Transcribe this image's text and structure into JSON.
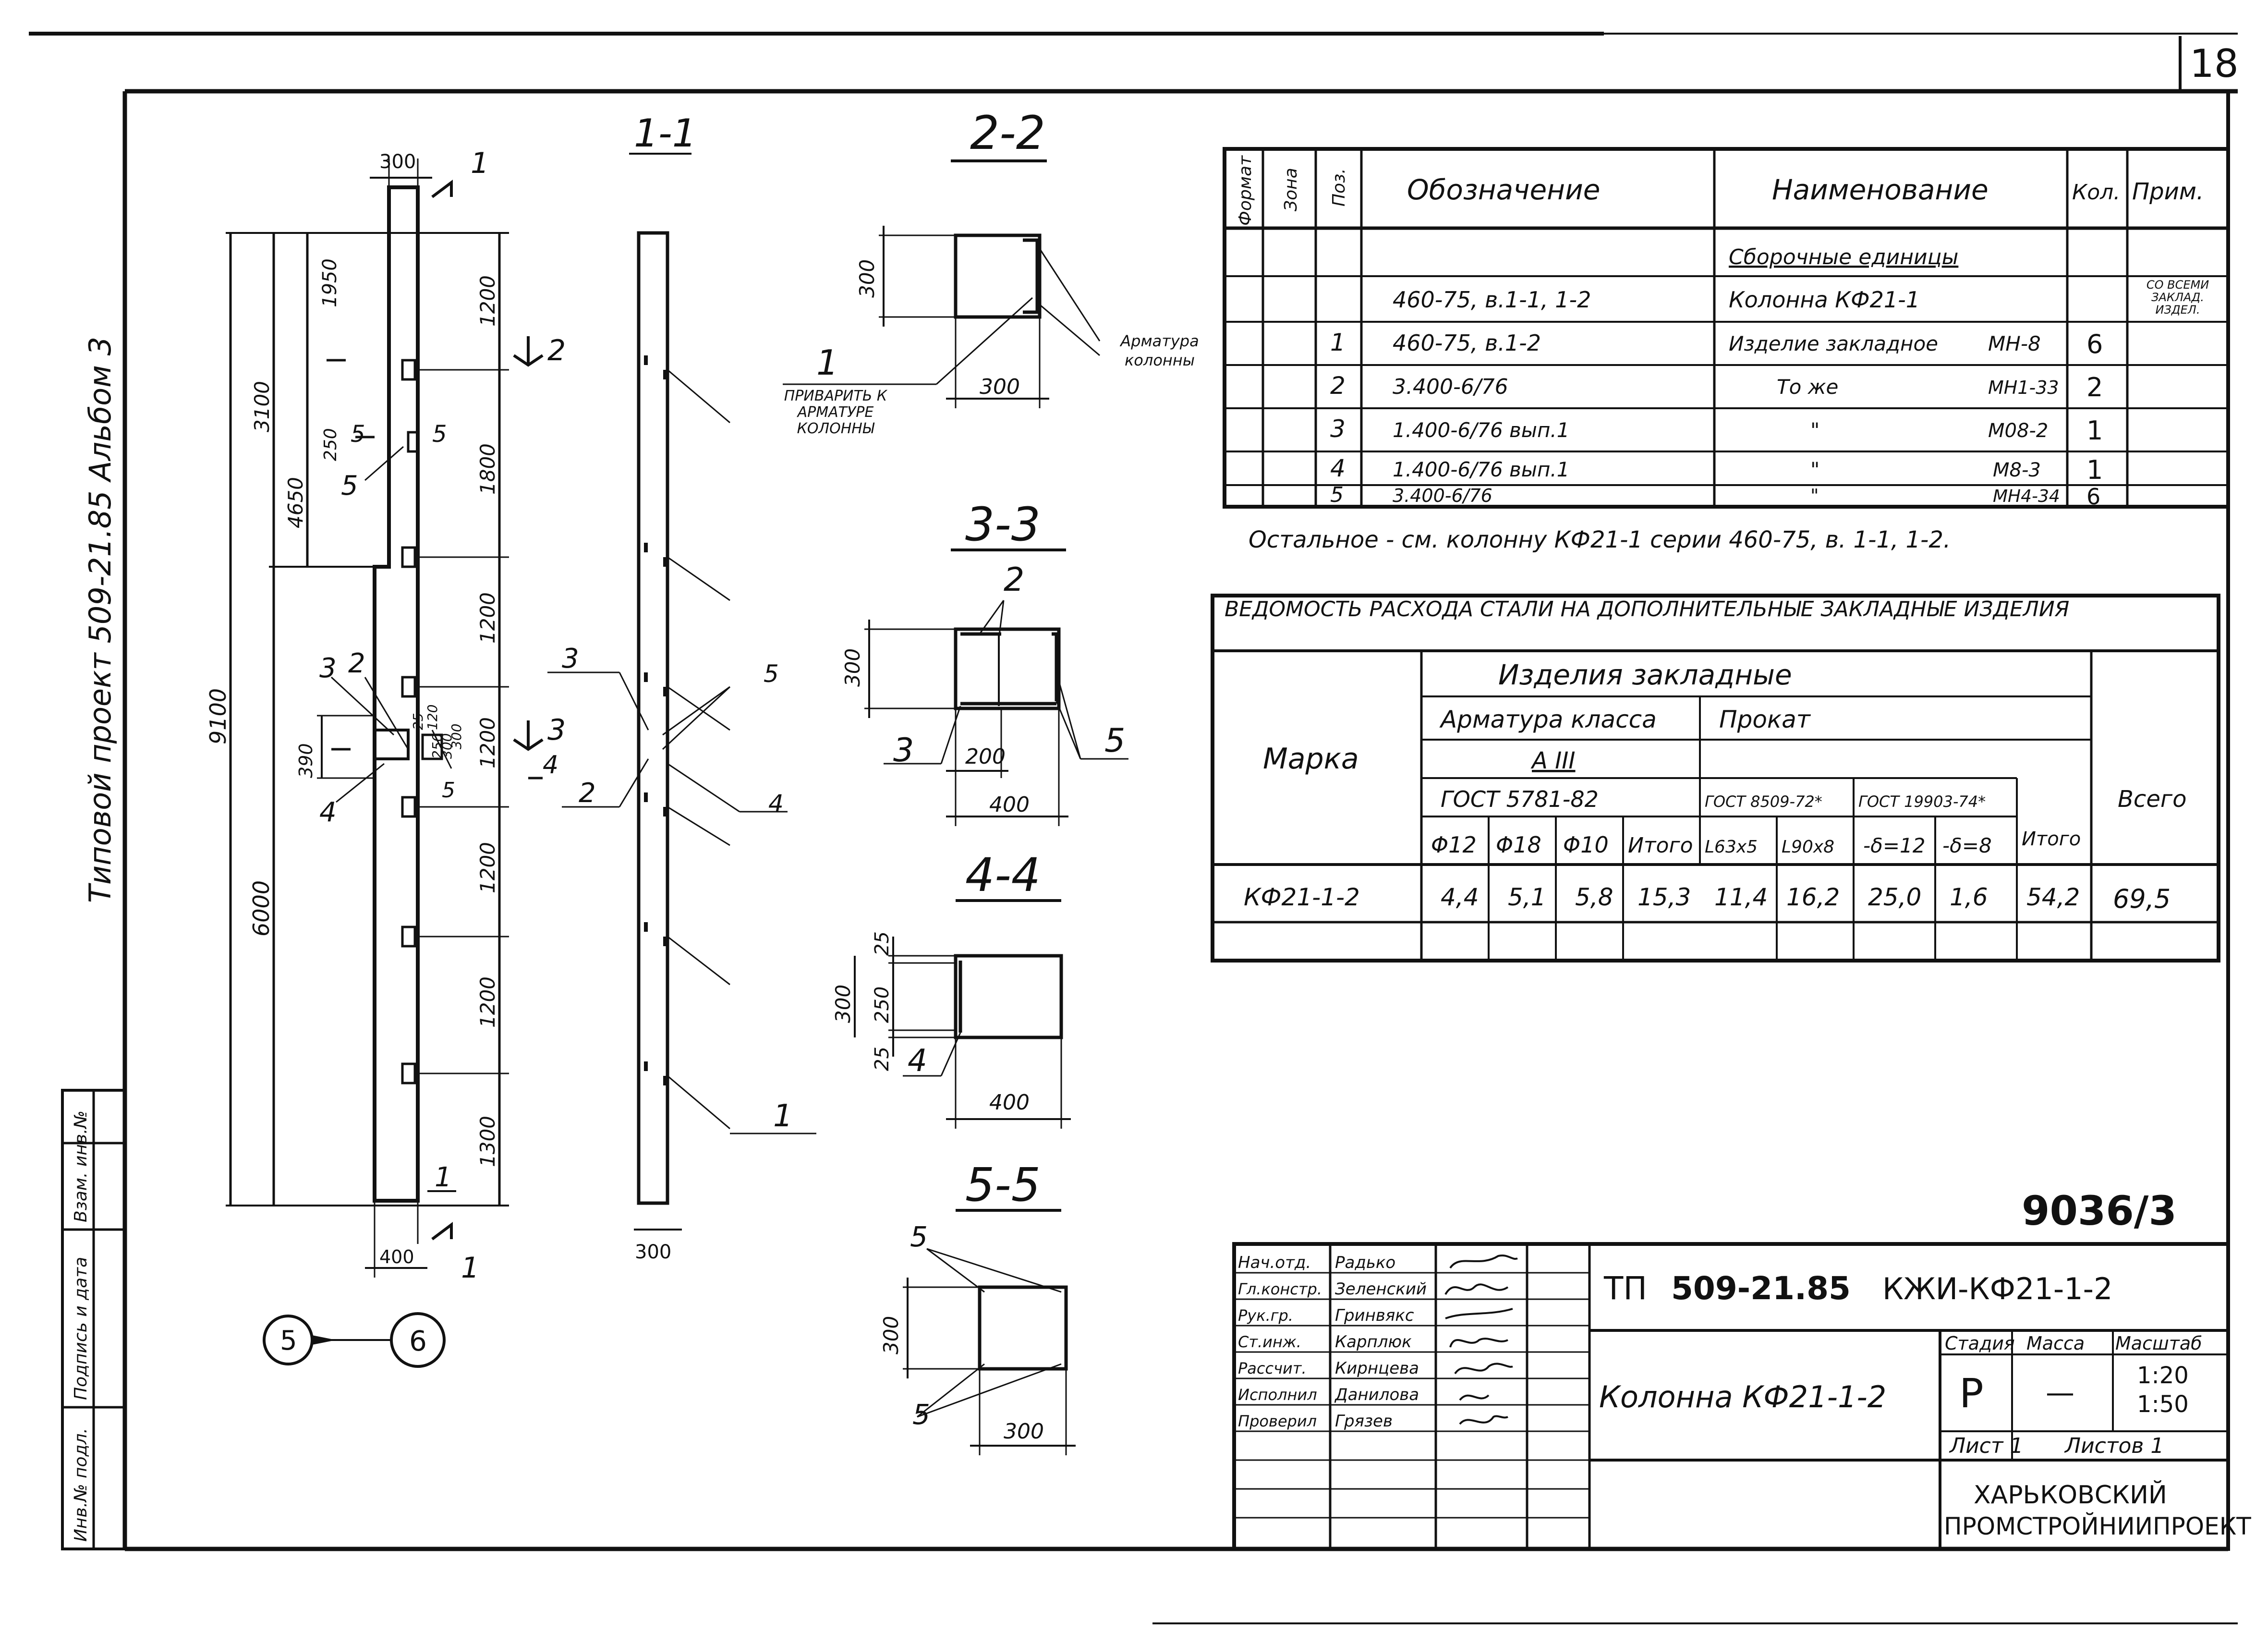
{
  "sheet_number": "18",
  "side_label": "Типовой проект 509-21.85 Альбом 3",
  "doc_code": "9036/3",
  "elevation": {
    "dims": [
      "300",
      "1950",
      "250",
      "3100",
      "4650",
      "9100",
      "6000",
      "390",
      "400",
      "1200",
      "1800",
      "1200",
      "1200",
      "1200",
      "1200",
      "1300"
    ],
    "small_dims": [
      "25",
      "120",
      "300",
      "250",
      "300"
    ],
    "cut_marks": [
      "1",
      "1",
      "2",
      "3",
      "4",
      "5",
      "5"
    ],
    "callouts": [
      "3",
      "2",
      "5",
      "4",
      "1",
      "5"
    ],
    "marks": [
      "5",
      "6"
    ]
  },
  "section_1_1": {
    "title": "1-1",
    "width_dim": "300",
    "callouts": [
      "3",
      "5",
      "2",
      "4",
      "1"
    ]
  },
  "section_2_2": {
    "title": "2-2",
    "h_dim": "300",
    "w_dim": "300",
    "callout": "1",
    "note": "приварить к арматуре колонны",
    "rebar_label": "Арматура колонны"
  },
  "section_3_3": {
    "title": "3-3",
    "h_dim": "300",
    "inner_dim": "200",
    "w_dim": "400",
    "callouts": [
      "2",
      "3",
      "5"
    ]
  },
  "section_4_4": {
    "title": "4-4",
    "dims": [
      "25",
      "250",
      "25",
      "300"
    ],
    "w_dim": "400",
    "callout": "4"
  },
  "section_5_5": {
    "title": "5-5",
    "h_dim": "300",
    "w_dim": "300",
    "callouts": [
      "5",
      "5"
    ]
  },
  "spec_table": {
    "headers": [
      "Формат",
      "Зона",
      "Поз.",
      "Обозначение",
      "Наименование",
      "Кол.",
      "Прим."
    ],
    "group": "Сборочные единицы",
    "rows": [
      {
        "pos": "",
        "code": "460-75, в.1-1, 1-2",
        "name": "Колонна КФ21-1",
        "mark": "",
        "qty": "",
        "note": "со всеми заклад. издел."
      },
      {
        "pos": "1",
        "code": "460-75, в.1-2",
        "name": "Изделие закладное",
        "mark": "МН-8",
        "qty": "6",
        "note": ""
      },
      {
        "pos": "2",
        "code": "3.400-6/76",
        "name": "То же",
        "mark": "МН1-33",
        "qty": "2",
        "note": ""
      },
      {
        "pos": "3",
        "code": "1.400-6/76 вып.1",
        "name": "\"",
        "mark": "М08-2",
        "qty": "1",
        "note": ""
      },
      {
        "pos": "4",
        "code": "1.400-6/76 вып.1",
        "name": "\"",
        "mark": "М8-3",
        "qty": "1",
        "note": ""
      },
      {
        "pos": "5",
        "code": "3.400-6/76",
        "name": "\"",
        "mark": "МН4-34",
        "qty": "6",
        "note": ""
      }
    ],
    "footnote": "Остальное - см. колонну КФ21-1 серии 460-75, в. 1-1, 1-2."
  },
  "steel_table": {
    "title": "Ведомость расхода стали на дополнительные закладные изделия",
    "col_marka": "Марка",
    "h_items": "Изделия закладные",
    "h_rebar": "Арматура класса",
    "h_class": "А III",
    "h_gost_rebar": "ГОСТ 5781-82",
    "h_rolled": "Прокат",
    "h_gost_a": "ГОСТ 8509-72*",
    "h_gost_b": "ГОСТ 19903-74*",
    "h_total": "Всего",
    "sub": [
      "Φ12",
      "Φ18",
      "Φ10",
      "Итого",
      "L63x5",
      "L90x8",
      "-δ=12",
      "-δ=8",
      "Итого"
    ],
    "row": {
      "mark": "КФ21-1-2",
      "values": [
        "4,4",
        "5,1",
        "5,8",
        "15,3",
        "11,4",
        "16,2",
        "25,0",
        "1,6",
        "54,2",
        "69,5"
      ]
    }
  },
  "title_block": {
    "roles": [
      "Нач.отд.",
      "Гл.констр.",
      "Рук.гр.",
      "Ст.инж.",
      "Рассчит.",
      "Исполнил",
      "Проверил"
    ],
    "names": [
      "Радько",
      "Зеленский",
      "Гринвякс",
      "Карплюк",
      "Кирнцева",
      "Даниловa",
      "Грязев"
    ],
    "code_prefix": "ТП",
    "code_num": "509-21.85",
    "code_suffix": "КЖИ-КФ21-1-2",
    "name": "Колонна КФ21-1-2",
    "h_stage": "Стадия",
    "h_mass": "Масса",
    "h_scale": "Масштаб",
    "stage": "Р",
    "mass": "—",
    "scale": [
      "1:20",
      "1:50"
    ],
    "sheet": "Лист 1",
    "sheets": "Листов 1",
    "org_1": "ХАРЬКОВСКИЙ",
    "org_2": "ПРОМСТРОЙНИИПРОЕКТ"
  },
  "left_strip": [
    "Инв.№ подл.",
    "Подпись и дата",
    "Взам. инв.№"
  ]
}
